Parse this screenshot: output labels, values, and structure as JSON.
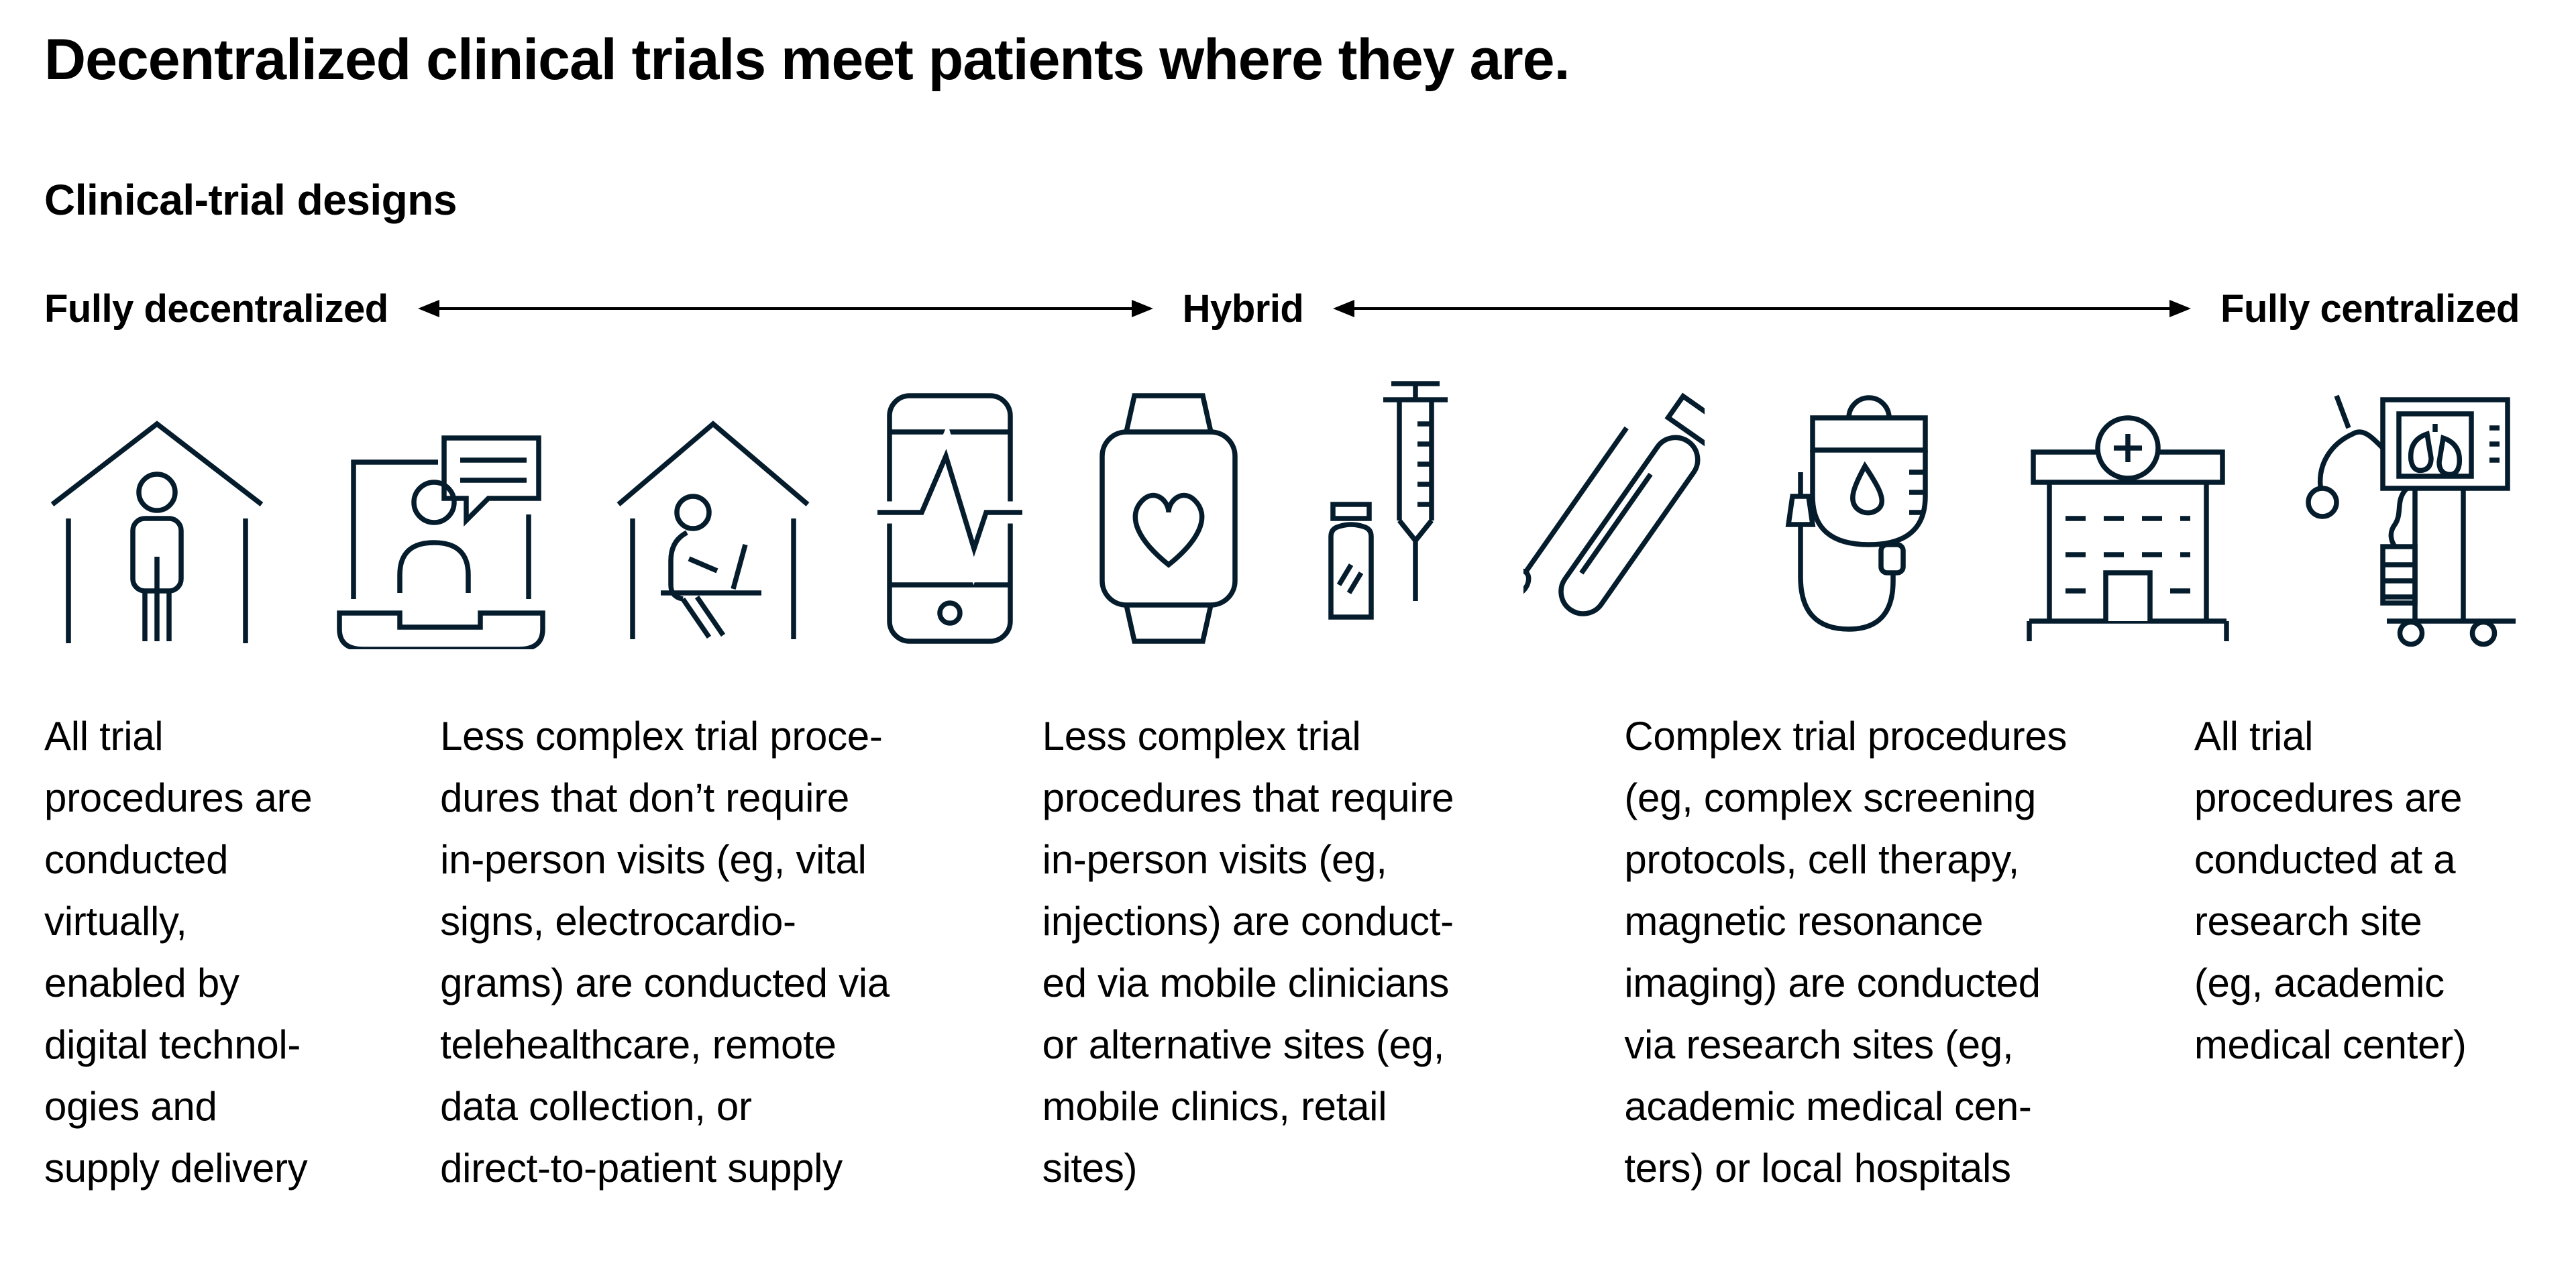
{
  "title": "Decentralized clinical trials meet patients where they are.",
  "subtitle": "Clinical-trial designs",
  "spectrum": {
    "left_label": "Fully decentralized",
    "middle_label": "Hybrid",
    "right_label": "Fully centralized"
  },
  "icons": [
    {
      "name": "patient-at-home-icon",
      "label": "person standing inside a house"
    },
    {
      "name": "telehealth-video-call-icon",
      "label": "laptop video call with chat bubble"
    },
    {
      "name": "remote-work-at-home-icon",
      "label": "person at a desk inside a house"
    },
    {
      "name": "phone-ecg-icon",
      "label": "smartphone with heartbeat trace"
    },
    {
      "name": "smartwatch-heart-icon",
      "label": "smartwatch with heart on screen"
    },
    {
      "name": "syringe-vial-icon",
      "label": "syringe with medicine vial"
    },
    {
      "name": "swab-test-tube-icon",
      "label": "swab and sample tube"
    },
    {
      "name": "iv-drip-bag-icon",
      "label": "IV infusion bag with tubing"
    },
    {
      "name": "hospital-building-icon",
      "label": "hospital building with cross"
    },
    {
      "name": "ventilator-machine-icon",
      "label": "medical ventilator on wheeled stand"
    }
  ],
  "descriptions": [
    "All trial\nprocedures are\nconducted\nvirtually,\nenabled by\ndigital technol-\nogies and\nsupply delivery",
    "Less complex trial proce-\ndures that don’t require\nin-person visits (eg, vital\nsigns, electrocardio-\ngrams) are conducted via\ntelehealthcare, remote\ndata collection, or\ndirect-to-patient supply",
    "Less complex trial\nprocedures that require\nin-person visits (eg,\ninjections) are conduct-\ned via mobile clinicians\nor alternative sites (eg,\nmobile clinics, retail\nsites)",
    "Complex trial procedures\n(eg, complex screening\nprotocols, cell therapy,\nmagnetic resonance\nimaging) are conducted\nvia research sites (eg,\nacademic medical cen-\nters) or local hospitals",
    "All trial\nprocedures are\nconducted at a\nresearch site\n(eg, academic\nmedical center)"
  ],
  "colors": {
    "background": "#ffffff",
    "text": "#000000",
    "icon_stroke": "#051c2c"
  }
}
